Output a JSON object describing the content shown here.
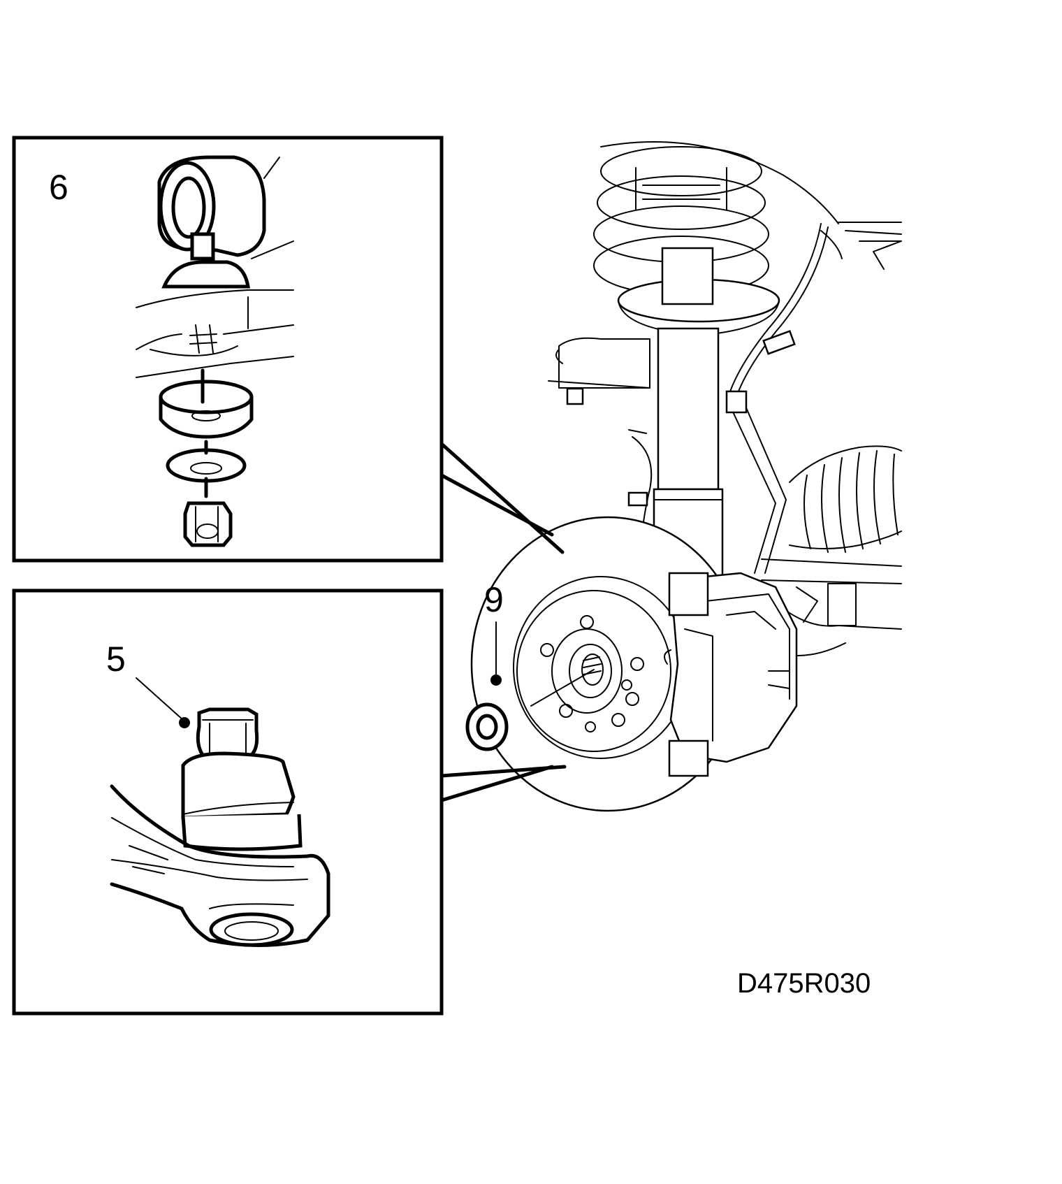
{
  "callouts": {
    "inset_top": "6",
    "inset_bottom": "5",
    "main_nut": "9"
  },
  "reference_code": "D475R030"
}
